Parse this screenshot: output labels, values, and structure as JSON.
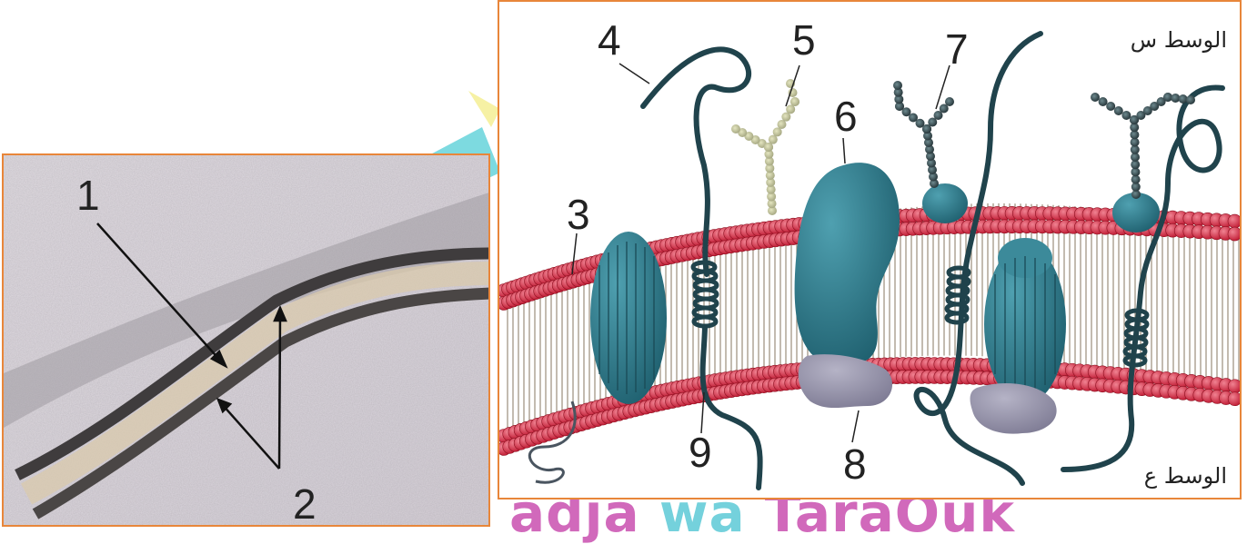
{
  "watermark": {
    "text_part1": "adja ",
    "text_part2": "wa ",
    "text_part3": "TaraOuk"
  },
  "left_micrograph": {
    "labels": [
      "1",
      "2"
    ]
  },
  "membrane_diagram": {
    "numbers": [
      "3",
      "4",
      "5",
      "6",
      "7",
      "8",
      "9"
    ],
    "outer_medium_label": "الوسط س",
    "inner_medium_label": "الوسط ع",
    "colors": {
      "phospholipid_head": "#d4263c",
      "protein": "#2e7585",
      "carbohydrate": "#2d3a3f",
      "glycolipid_chain": "#b9bb8f",
      "cytoskeleton": "#8c8aa3"
    }
  }
}
